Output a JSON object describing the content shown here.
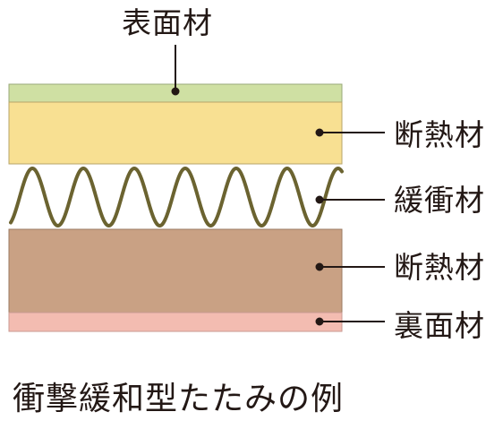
{
  "labels": {
    "surface": "表面材",
    "insulation_top": "断熱材",
    "cushion": "緩衝材",
    "insulation_bottom": "断熱材",
    "backing": "裏面材"
  },
  "caption": "衝撃緩和型たたみの例",
  "colors": {
    "surface": "#cfe0a3",
    "insulation_top": "#f8e092",
    "spring": "#6b6330",
    "insulation_bottom": "#c9a184",
    "backing": "#f3bcb1",
    "outline": "#9a8f7e",
    "leader": "#231815"
  }
}
